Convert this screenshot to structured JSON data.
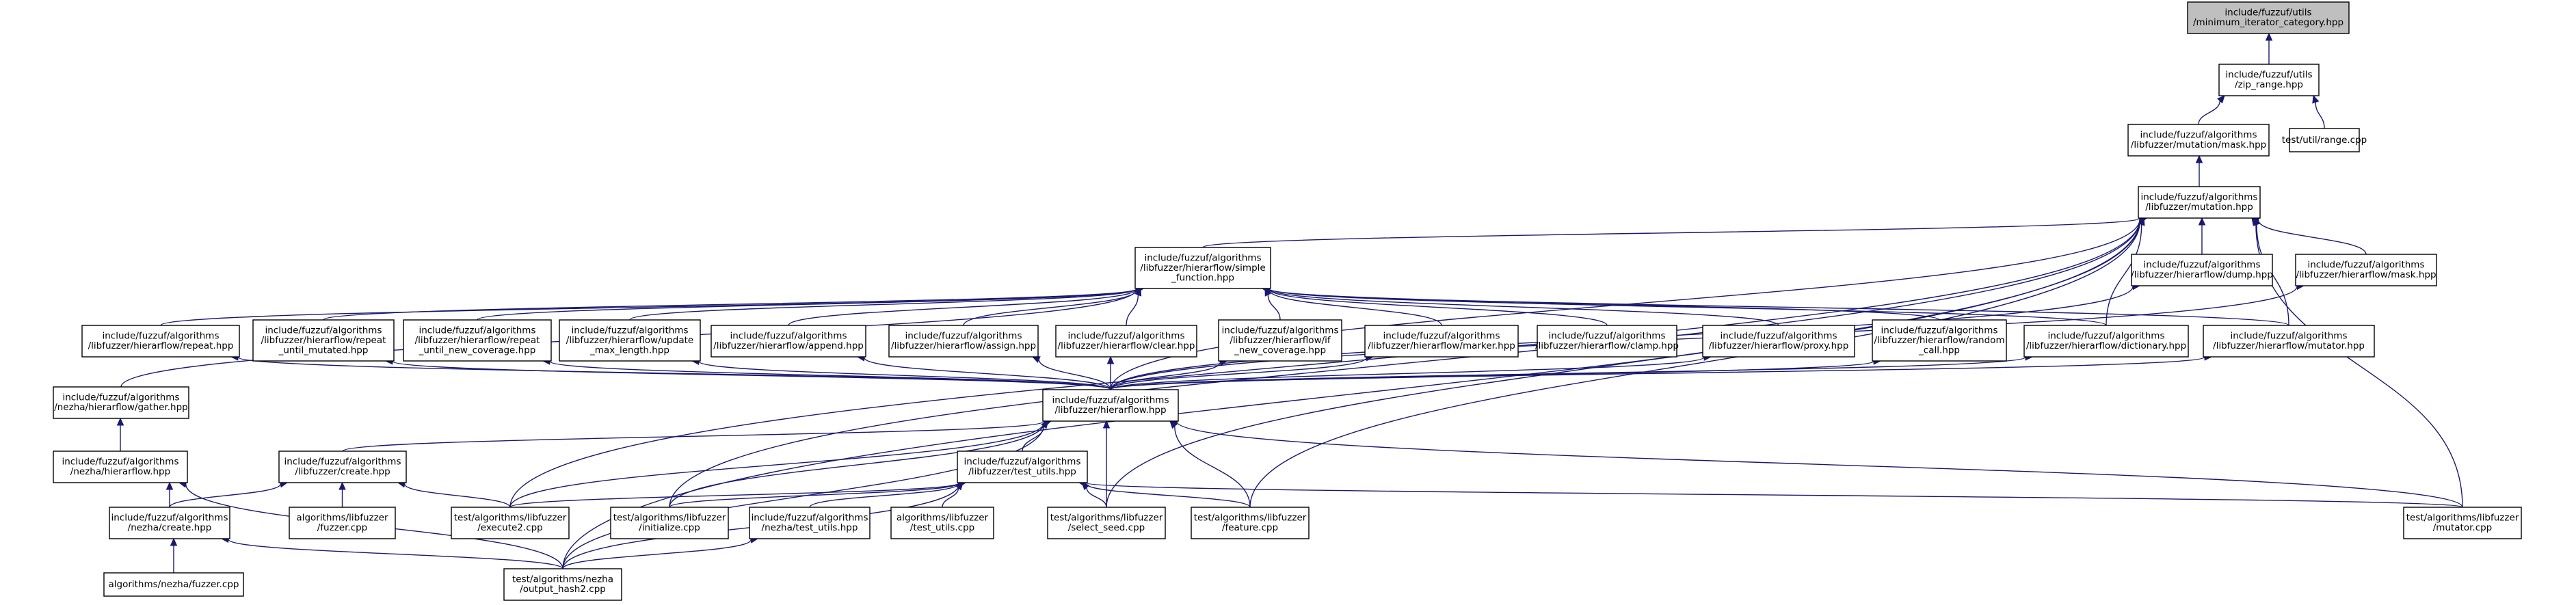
{
  "graph": {
    "nodes": [
      {
        "id": "n0",
        "lines": [
          "include/fuzzuf/utils",
          "/minimum_iterator_category.hpp"
        ],
        "root": true
      },
      {
        "id": "n1",
        "lines": [
          "include/fuzzuf/utils",
          "/zip_range.hpp"
        ]
      },
      {
        "id": "n2",
        "lines": [
          "include/fuzzuf/algorithms",
          "/libfuzzer/mutation/mask.hpp"
        ]
      },
      {
        "id": "n3",
        "lines": [
          "test/util/range.cpp"
        ]
      },
      {
        "id": "n4",
        "lines": [
          "include/fuzzuf/algorithms",
          "/libfuzzer/mutation.hpp"
        ]
      },
      {
        "id": "n5",
        "lines": [
          "include/fuzzuf/algorithms",
          "/libfuzzer/hierarflow/simple",
          "_function.hpp"
        ]
      },
      {
        "id": "n6",
        "lines": [
          "include/fuzzuf/algorithms",
          "/libfuzzer/hierarflow/dump.hpp"
        ]
      },
      {
        "id": "n7",
        "lines": [
          "include/fuzzuf/algorithms",
          "/libfuzzer/hierarflow/mask.hpp"
        ]
      },
      {
        "id": "n8",
        "lines": [
          "include/fuzzuf/algorithms",
          "/libfuzzer/hierarflow/repeat.hpp"
        ]
      },
      {
        "id": "n9",
        "lines": [
          "include/fuzzuf/algorithms",
          "/libfuzzer/hierarflow/repeat",
          "_until_mutated.hpp"
        ]
      },
      {
        "id": "n10",
        "lines": [
          "include/fuzzuf/algorithms",
          "/libfuzzer/hierarflow/repeat",
          "_until_new_coverage.hpp"
        ]
      },
      {
        "id": "n11",
        "lines": [
          "include/fuzzuf/algorithms",
          "/libfuzzer/hierarflow/update",
          "_max_length.hpp"
        ]
      },
      {
        "id": "n12",
        "lines": [
          "include/fuzzuf/algorithms",
          "/libfuzzer/hierarflow/append.hpp"
        ]
      },
      {
        "id": "n13",
        "lines": [
          "include/fuzzuf/algorithms",
          "/libfuzzer/hierarflow/assign.hpp"
        ]
      },
      {
        "id": "n14",
        "lines": [
          "include/fuzzuf/algorithms",
          "/libfuzzer/hierarflow/clear.hpp"
        ]
      },
      {
        "id": "n15",
        "lines": [
          "include/fuzzuf/algorithms",
          "/libfuzzer/hierarflow/if",
          "_new_coverage.hpp"
        ]
      },
      {
        "id": "n16",
        "lines": [
          "include/fuzzuf/algorithms",
          "/libfuzzer/hierarflow/marker.hpp"
        ]
      },
      {
        "id": "n17",
        "lines": [
          "include/fuzzuf/algorithms",
          "/libfuzzer/hierarflow/clamp.hpp"
        ]
      },
      {
        "id": "n18",
        "lines": [
          "include/fuzzuf/algorithms",
          "/libfuzzer/hierarflow/proxy.hpp"
        ]
      },
      {
        "id": "n19",
        "lines": [
          "include/fuzzuf/algorithms",
          "/libfuzzer/hierarflow/random",
          "_call.hpp"
        ]
      },
      {
        "id": "n20",
        "lines": [
          "include/fuzzuf/algorithms",
          "/libfuzzer/hierarflow/dictionary.hpp"
        ]
      },
      {
        "id": "n21",
        "lines": [
          "include/fuzzuf/algorithms",
          "/libfuzzer/hierarflow/mutator.hpp"
        ]
      },
      {
        "id": "n22",
        "lines": [
          "include/fuzzuf/algorithms",
          "/nezha/hierarflow/gather.hpp"
        ]
      },
      {
        "id": "n23",
        "lines": [
          "include/fuzzuf/algorithms",
          "/libfuzzer/hierarflow.hpp"
        ]
      },
      {
        "id": "n24",
        "lines": [
          "include/fuzzuf/algorithms",
          "/nezha/hierarflow.hpp"
        ]
      },
      {
        "id": "n25",
        "lines": [
          "include/fuzzuf/algorithms",
          "/libfuzzer/create.hpp"
        ]
      },
      {
        "id": "n26",
        "lines": [
          "include/fuzzuf/algorithms",
          "/libfuzzer/test_utils.hpp"
        ]
      },
      {
        "id": "n27",
        "lines": [
          "include/fuzzuf/algorithms",
          "/nezha/create.hpp"
        ]
      },
      {
        "id": "n28",
        "lines": [
          "algorithms/libfuzzer",
          "/fuzzer.cpp"
        ]
      },
      {
        "id": "n29",
        "lines": [
          "test/algorithms/libfuzzer",
          "/execute2.cpp"
        ]
      },
      {
        "id": "n30",
        "lines": [
          "test/algorithms/libfuzzer",
          "/initialize.cpp"
        ]
      },
      {
        "id": "n31",
        "lines": [
          "include/fuzzuf/algorithms",
          "/nezha/test_utils.hpp"
        ]
      },
      {
        "id": "n32",
        "lines": [
          "algorithms/libfuzzer",
          "/test_utils.cpp"
        ]
      },
      {
        "id": "n33",
        "lines": [
          "test/algorithms/libfuzzer",
          "/select_seed.cpp"
        ]
      },
      {
        "id": "n34",
        "lines": [
          "test/algorithms/libfuzzer",
          "/feature.cpp"
        ]
      },
      {
        "id": "n35",
        "lines": [
          "test/algorithms/libfuzzer",
          "/mutator.cpp"
        ]
      },
      {
        "id": "n36",
        "lines": [
          "algorithms/nezha/fuzzer.cpp"
        ]
      },
      {
        "id": "n37",
        "lines": [
          "test/algorithms/nezha",
          "/output_hash2.cpp"
        ]
      }
    ],
    "edges": [
      [
        "n1",
        "n0"
      ],
      [
        "n2",
        "n1"
      ],
      [
        "n3",
        "n1"
      ],
      [
        "n4",
        "n2"
      ],
      [
        "n5",
        "n4"
      ],
      [
        "n6",
        "n4"
      ],
      [
        "n7",
        "n4"
      ],
      [
        "n20",
        "n4"
      ],
      [
        "n21",
        "n4"
      ],
      [
        "n23",
        "n4"
      ],
      [
        "n29",
        "n4"
      ],
      [
        "n30",
        "n4"
      ],
      [
        "n33",
        "n4"
      ],
      [
        "n34",
        "n4"
      ],
      [
        "n35",
        "n4"
      ],
      [
        "n37",
        "n4"
      ],
      [
        "n8",
        "n5"
      ],
      [
        "n9",
        "n5"
      ],
      [
        "n10",
        "n5"
      ],
      [
        "n11",
        "n5"
      ],
      [
        "n12",
        "n5"
      ],
      [
        "n13",
        "n5"
      ],
      [
        "n14",
        "n5"
      ],
      [
        "n15",
        "n5"
      ],
      [
        "n16",
        "n5"
      ],
      [
        "n17",
        "n5"
      ],
      [
        "n18",
        "n5"
      ],
      [
        "n19",
        "n5"
      ],
      [
        "n20",
        "n5"
      ],
      [
        "n21",
        "n5"
      ],
      [
        "n22",
        "n5"
      ],
      [
        "n23",
        "n6"
      ],
      [
        "n23",
        "n7"
      ],
      [
        "n23",
        "n8"
      ],
      [
        "n23",
        "n9"
      ],
      [
        "n23",
        "n10"
      ],
      [
        "n23",
        "n11"
      ],
      [
        "n23",
        "n12"
      ],
      [
        "n23",
        "n13"
      ],
      [
        "n23",
        "n14"
      ],
      [
        "n23",
        "n15"
      ],
      [
        "n23",
        "n16"
      ],
      [
        "n23",
        "n18"
      ],
      [
        "n23",
        "n19"
      ],
      [
        "n23",
        "n20"
      ],
      [
        "n23",
        "n21"
      ],
      [
        "n24",
        "n22"
      ],
      [
        "n25",
        "n23"
      ],
      [
        "n26",
        "n23"
      ],
      [
        "n29",
        "n23"
      ],
      [
        "n30",
        "n23"
      ],
      [
        "n33",
        "n23"
      ],
      [
        "n34",
        "n23"
      ],
      [
        "n35",
        "n23"
      ],
      [
        "n37",
        "n23"
      ],
      [
        "n27",
        "n24"
      ],
      [
        "n37",
        "n24"
      ],
      [
        "n27",
        "n25"
      ],
      [
        "n28",
        "n25"
      ],
      [
        "n29",
        "n25"
      ],
      [
        "n29",
        "n26"
      ],
      [
        "n30",
        "n26"
      ],
      [
        "n31",
        "n26"
      ],
      [
        "n32",
        "n26"
      ],
      [
        "n33",
        "n26"
      ],
      [
        "n34",
        "n26"
      ],
      [
        "n35",
        "n26"
      ],
      [
        "n37",
        "n26"
      ],
      [
        "n36",
        "n27"
      ],
      [
        "n37",
        "n27"
      ],
      [
        "n37",
        "n31"
      ]
    ]
  }
}
